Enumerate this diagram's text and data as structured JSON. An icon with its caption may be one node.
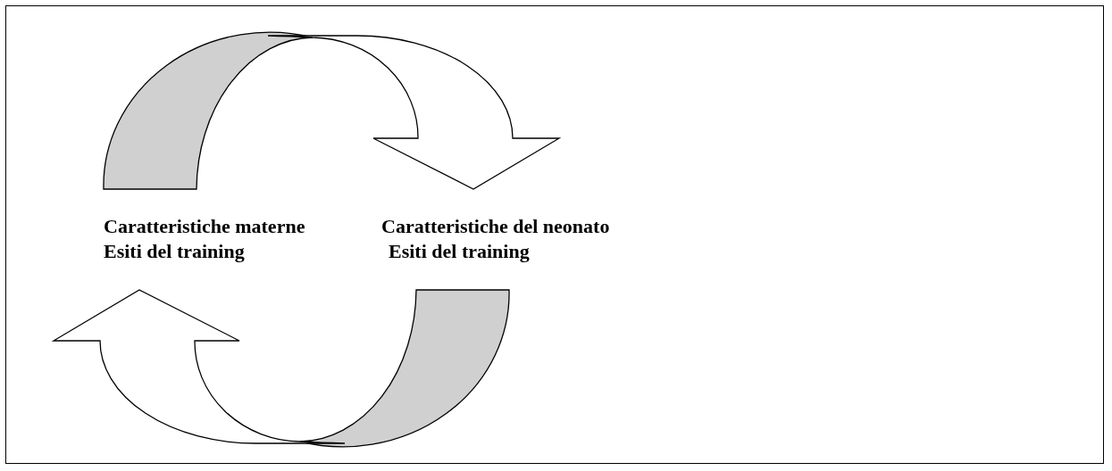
{
  "diagram": {
    "nodes": [
      {
        "text": [
          "Caratteristiche materne",
          "Esiti del training"
        ]
      },
      {
        "text": [
          "Caratteristiche del neonato",
          "Esiti del training"
        ]
      }
    ],
    "edges": [
      {
        "from": 0,
        "to": 1,
        "arrow": "to"
      },
      {
        "from": 1,
        "to": 0,
        "arrow": "to"
      }
    ]
  }
}
